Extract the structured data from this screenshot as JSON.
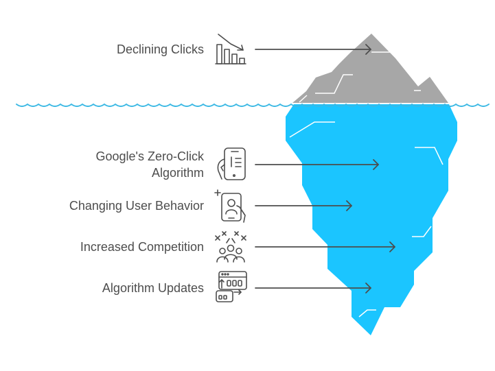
{
  "colors": {
    "water": "#1bc5ff",
    "tip": "#a7a7a7",
    "wave": "#3cb9e4",
    "text": "#4d4d4d",
    "stroke": "#4d4d4d"
  },
  "items": [
    {
      "label": "Declining Clicks",
      "icon": "declining-bar-chart-icon",
      "level": "above-water"
    },
    {
      "label_line1": "Google's Zero-Click",
      "label_line2": "Algorithm",
      "icon": "phone-hand-icon",
      "level": "below-water"
    },
    {
      "label": "Changing User Behavior",
      "icon": "mobile-user-touch-icon",
      "level": "below-water"
    },
    {
      "label": "Increased Competition",
      "icon": "competing-people-icon",
      "level": "below-water"
    },
    {
      "label": "Algorithm Updates",
      "icon": "algorithm-window-icon",
      "level": "below-water"
    }
  ]
}
